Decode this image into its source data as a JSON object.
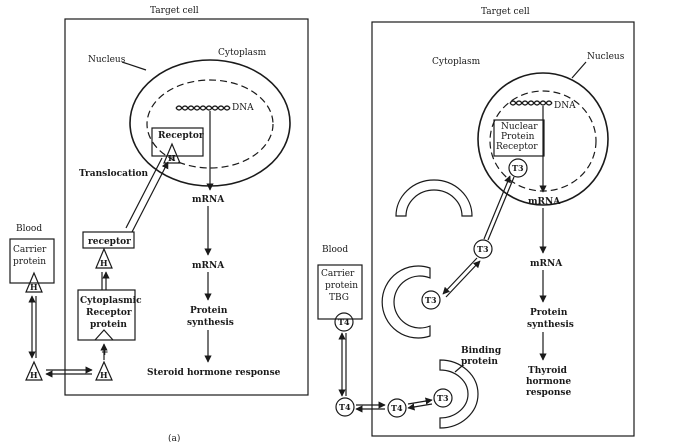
{
  "steroid_panel": {
    "title": "Target cell",
    "nucleus": "Nucleus",
    "cytoplasm": "Cytoplasm",
    "dna": "DNA",
    "receptor": "Receptor",
    "translocation": "Translocation",
    "mrna_nuclear": "mRNA",
    "mrna_cyto": "mRNA",
    "protein_synthesis": [
      "Protein",
      "synthesis"
    ],
    "response": "Steroid hormone response",
    "receptor_small": "receptor",
    "cyto_receptor": [
      "Cytoplasmic",
      "Receptor",
      "protein"
    ],
    "blood": "Blood",
    "carrier": [
      "Carrier",
      "protein"
    ],
    "hormone_symbol": "H",
    "plus": "+"
  },
  "thyroid_panel": {
    "title": "Target cell",
    "cytoplasm": "Cytoplasm",
    "nucleus": "Nucleus",
    "dna": "DNA",
    "receptor": [
      "Nuclear",
      "Protein",
      "Receptor"
    ],
    "t3": "T3",
    "t4": "T4",
    "mrna_nuclear": "mRNA",
    "mrna_cyto": "mRNA",
    "protein_synthesis": [
      "Protein",
      "synthesis"
    ],
    "response": [
      "Thyroid",
      "hormone",
      "response"
    ],
    "blood": "Blood",
    "carrier": [
      "Carrier",
      "protein",
      "TBG"
    ],
    "binding_protein": [
      "Binding",
      "protein"
    ]
  },
  "footer_text": "(a)"
}
